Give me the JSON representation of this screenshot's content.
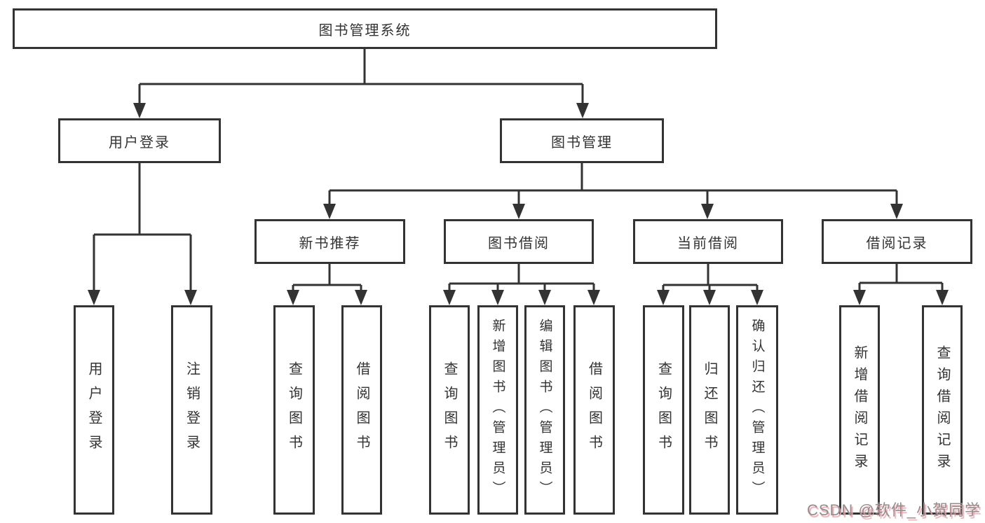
{
  "tree": {
    "label": "图书管理系统",
    "children": [
      {
        "label": "用户登录",
        "children": [
          {
            "label": "用户登录"
          },
          {
            "label": "注销登录"
          }
        ]
      },
      {
        "label": "图书管理",
        "children": [
          {
            "label": "新书推荐",
            "children": [
              {
                "label": "查询图书"
              },
              {
                "label": "借阅图书"
              }
            ]
          },
          {
            "label": "图书借阅",
            "children": [
              {
                "label": "查询图书"
              },
              {
                "label": "新增图书（管理员）"
              },
              {
                "label": "编辑图书（管理员）"
              },
              {
                "label": "借阅图书"
              }
            ]
          },
          {
            "label": "当前借阅",
            "children": [
              {
                "label": "查询图书"
              },
              {
                "label": "归还图书"
              },
              {
                "label": "确认归还（管理员）"
              }
            ]
          },
          {
            "label": "借阅记录",
            "children": [
              {
                "label": "新增借阅记录"
              },
              {
                "label": "查询借阅记录"
              }
            ]
          }
        ]
      }
    ]
  },
  "watermark": {
    "text": "CSDN @软件_小贺同学"
  },
  "colors": {
    "line": "#333333",
    "text": "#333333",
    "background": "#ffffff",
    "watermark_text": "#8f8f8f",
    "watermark_shadow": "#f2a3ad"
  }
}
